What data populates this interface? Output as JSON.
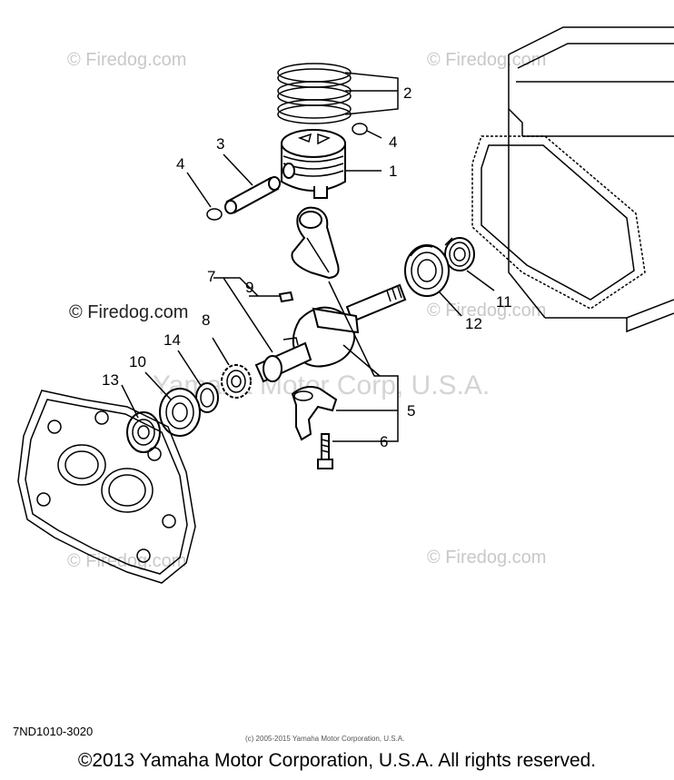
{
  "watermarks": {
    "top_left": "© Firedog.com",
    "top_right": "© Firedog.com",
    "mid_left": "© Firedog.com",
    "mid_right": "© Firedog.com",
    "center": "Yamaha Motor Corp, U.S.A.",
    "bottom_left": "© Firedog.com",
    "bottom_right": "© Firedog.com"
  },
  "callouts": {
    "c1": "1",
    "c2": "2",
    "c3": "3",
    "c4a": "4",
    "c4b": "4",
    "c5": "5",
    "c6": "6",
    "c7": "7",
    "c8": "8",
    "c9": "9",
    "c10": "10",
    "c11": "11",
    "c12": "12",
    "c13": "13",
    "c14": "14"
  },
  "diagram_code": "7ND1010-3020",
  "small_copyright": "(c) 2005-2015 Yamaha Motor Corporation, U.S.A.",
  "footer": "©2013 Yamaha Motor Corporation, U.S.A. All rights reserved."
}
